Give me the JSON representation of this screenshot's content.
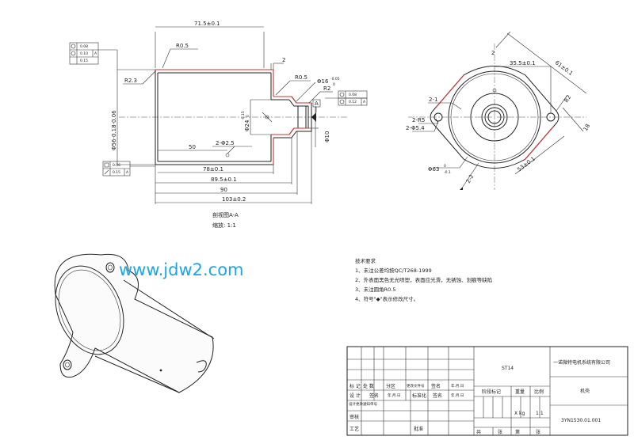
{
  "section_view": {
    "dims": {
      "d71_5": "71.5±0.1",
      "r0_5_top": "R0.5",
      "r2_3": "R2.3",
      "d2_top": "2",
      "r0_5_mid": "R0.5",
      "d16": "Φ16",
      "d16_tol_up": "-0.05",
      "d16_tol_dn": "0",
      "r2_right": "R2",
      "d56": "Φ56-0.18-0.06",
      "d24": "Φ24",
      "d24_tol_up": "-0.15",
      "d24_tol_dn": "0",
      "d10": "Φ10",
      "d2_5": "2-Φ2.5",
      "d50": "50",
      "d78": "78±0.1",
      "d89_5": "89.5±0.1",
      "d90": "90",
      "d103": "103±0.2"
    },
    "tol_frame_left_top": [
      "0.08",
      "0.10",
      "A",
      "0.15"
    ],
    "tol_frame_right": [
      "0.08",
      "0.12",
      "A"
    ],
    "tol_frame_left_bottom": [
      "0.06",
      "0.15",
      "A"
    ],
    "datum_label": "A",
    "caption": "剖视图A-A",
    "scale": "缩放:   1:1"
  },
  "end_view": {
    "dims": {
      "d61": "61±0.1",
      "d35_5": "35.5±0.1",
      "r2": "R2",
      "d18": "18",
      "d2_1": "2-1",
      "d2_r5": "2-R5",
      "d2_phi5_4": "2-Φ5.4",
      "d63": "Φ63",
      "d63_tol_up": "0",
      "d63_tol_dn": "-0.1",
      "d53": "53±0.1",
      "d2_2": "2-2",
      "d2_top": "2"
    }
  },
  "watermark": "www.jdw2.com",
  "tech_notes": {
    "title": "技术要求",
    "items": [
      "1、未注公差均按QC/T268-1999",
      "2、外表面黑色无光喷塑，表面应光滑，无锈蚀、划痕等缺陷",
      "3、未注圆角R0.5",
      "4、符号\"◆\"表示修改尺寸。"
    ]
  },
  "title_block": {
    "part_no": "ST14",
    "company": "一诺微特电机系统有限公司",
    "part_name": "机壳",
    "drawing_no": "3YN1530.01.001",
    "row_labels": {
      "mark": "标 记",
      "count": "处 数",
      "zone": "分区",
      "change_doc": "更改文件号",
      "sign": "签名",
      "date": "年.月.日",
      "design": "设 计",
      "sign2": "签名",
      "date2": "年.月.日",
      "std": "标准化",
      "sign3": "签名",
      "date3": "年.月.日",
      "review": "审核",
      "process": "工艺",
      "approve": "批准",
      "stage": "阶段标记",
      "weight": "重量",
      "ratio": "比例",
      "weight_val": "X kg",
      "ratio_val": "1:1",
      "total": "共",
      "sheet": "张",
      "nth": "第",
      "sheet2": "张"
    },
    "small_note": "设计更改通知单号"
  }
}
